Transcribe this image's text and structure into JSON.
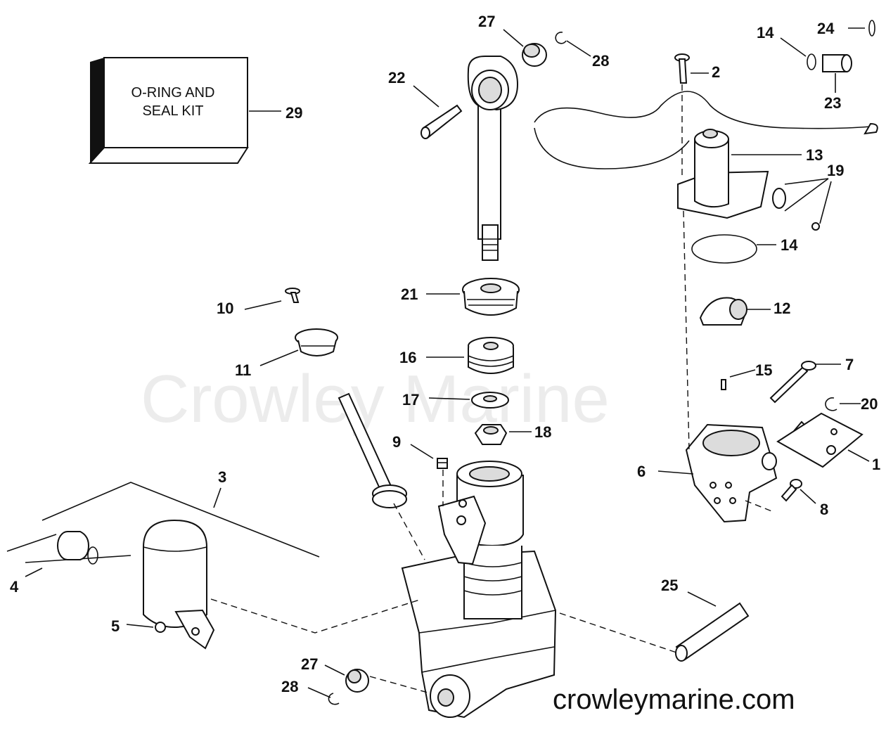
{
  "watermark": "Crowley Marine",
  "site_url": "crowleymarine.com",
  "kit_box": {
    "line1": "O-RING AND",
    "line2": "SEAL KIT"
  },
  "callouts": {
    "c1": "1",
    "c2": "2",
    "c3": "3",
    "c4": "4",
    "c5": "5",
    "c6": "6",
    "c7": "7",
    "c8": "8",
    "c9": "9",
    "c10": "10",
    "c11": "11",
    "c12": "12",
    "c13": "13",
    "c14a": "14",
    "c14b": "14",
    "c15": "15",
    "c16": "16",
    "c17": "17",
    "c18": "18",
    "c19": "19",
    "c20": "20",
    "c21": "21",
    "c22": "22",
    "c23": "23",
    "c24": "24",
    "c25": "25",
    "c27a": "27",
    "c27b": "27",
    "c28a": "28",
    "c28b": "28",
    "c29": "29"
  }
}
